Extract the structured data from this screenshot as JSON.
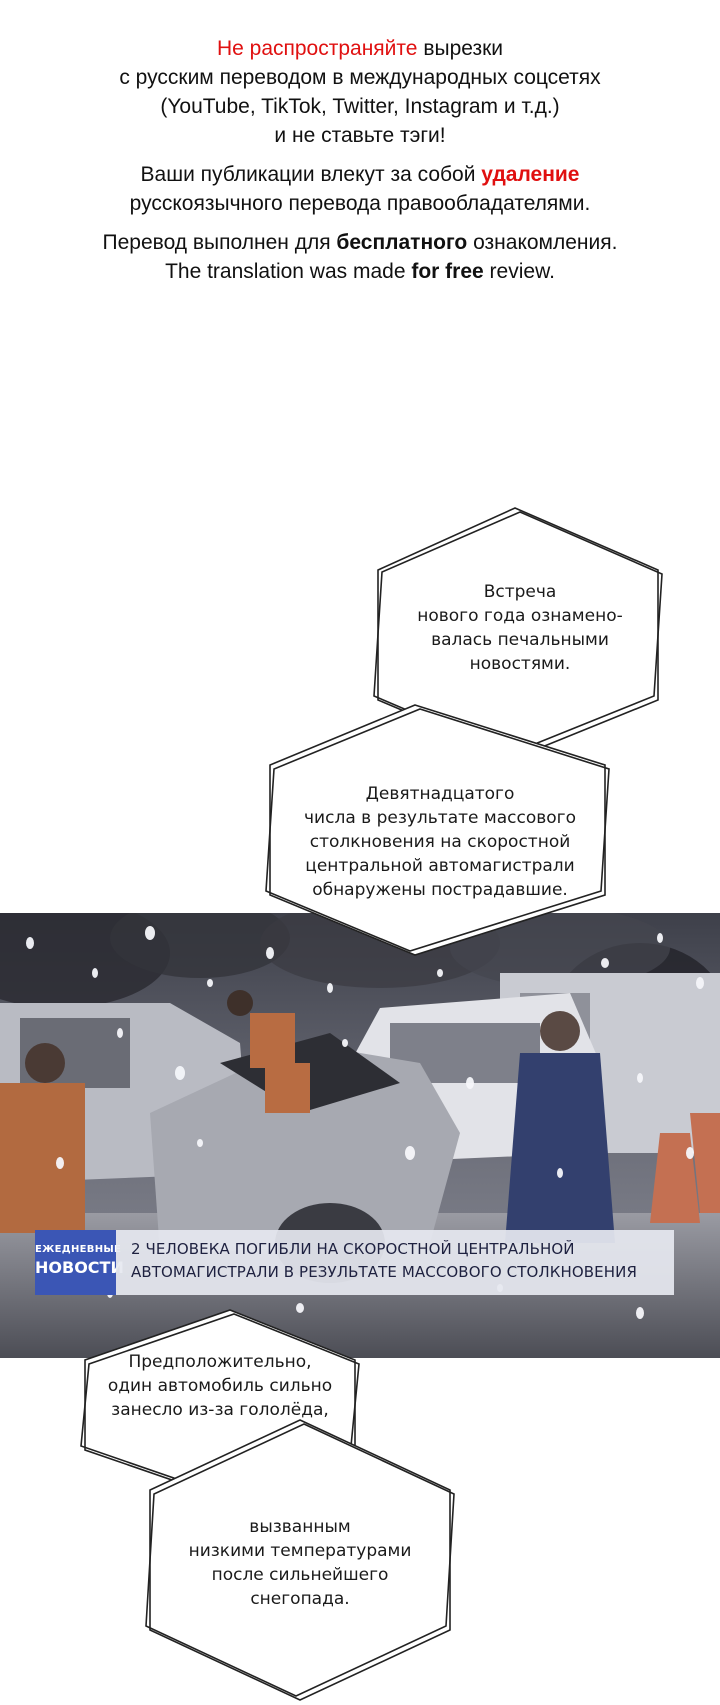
{
  "notice": {
    "p1_red": "Не распространяйте",
    "p1_rest": " вырезки",
    "p1_line2": "с русским переводом в международных соцсетях",
    "p1_line3": "(YouTube, TikTok, Twitter, Instagram и т.д.)",
    "p1_line4": "и не ставьте тэги!",
    "p2_start": "Ваши публикации влекут за собой ",
    "p2_red": "удаление",
    "p2_line2": "русскоязычного перевода правообладателями.",
    "p3_start": "Перевод выполнен для ",
    "p3_bold": "бесплатного",
    "p3_end": " ознакомления.",
    "p4_start": "The translation was made ",
    "p4_bold": "for free",
    "p4_end": " review."
  },
  "bubbles": {
    "b1": [
      "Встреча",
      "нового года ознамено-",
      "валась печальными",
      "новостями."
    ],
    "b2": [
      "Девятнадцатого",
      "числа в результате массового",
      "столкновения на скоростной",
      "центральной автомагистрали",
      "обнаружены пострадавшие."
    ],
    "b3": [
      "Предположительно,",
      "один автомобиль сильно",
      "занесло из-за гололёда,"
    ],
    "b4": [
      "вызванным",
      "низкими температурами",
      "после сильнейшего",
      "снегопада."
    ]
  },
  "news": {
    "tag_small": "ЕЖЕДНЕВНЫЕ",
    "tag_big": "НОВОСТИ",
    "headline_line1": "2 ЧЕЛОВЕКА ПОГИБЛИ НА СКОРОСТНОЙ ЦЕНТРАЛЬНОЙ",
    "headline_line2": "АВТОМАГИСТРАЛИ В РЕЗУЛЬТАТЕ МАССОВОГО СТОЛКНОВЕНИЯ"
  },
  "colors": {
    "warning_red": "#e01010",
    "news_blue": "#3b56b5",
    "news_text": "#1e2140"
  }
}
